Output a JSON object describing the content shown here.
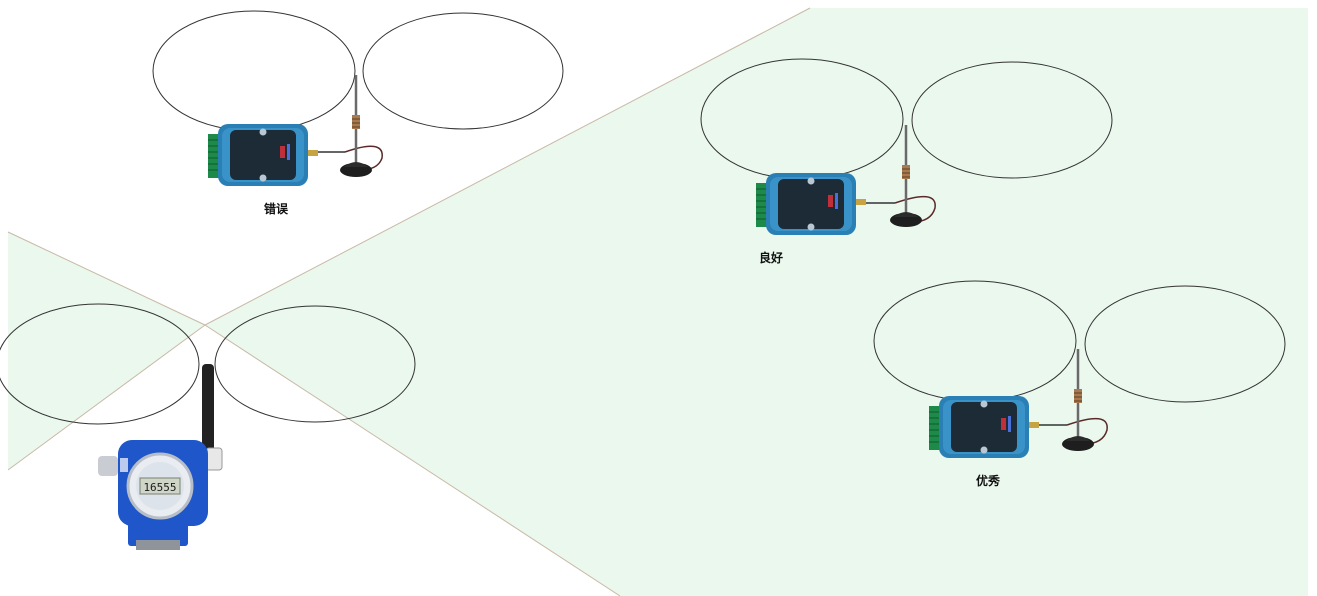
{
  "diagram": {
    "receivers": [
      {
        "id": "error",
        "label": "错误"
      },
      {
        "id": "good",
        "label": "良好"
      },
      {
        "id": "excellent",
        "label": "优秀"
      }
    ],
    "transmitter": {
      "display_value": "16555"
    },
    "colors": {
      "coverage_fill": "#eaf8ee",
      "coverage_edge": "#c9b9a6",
      "radiation_stroke": "#333333",
      "module_body": "#2a7fb5",
      "module_panel": "#1c2b35",
      "terminal_green": "#1d8a4a",
      "transmitter_blue": "#1f56c9",
      "antenna_dark": "#222222"
    }
  }
}
